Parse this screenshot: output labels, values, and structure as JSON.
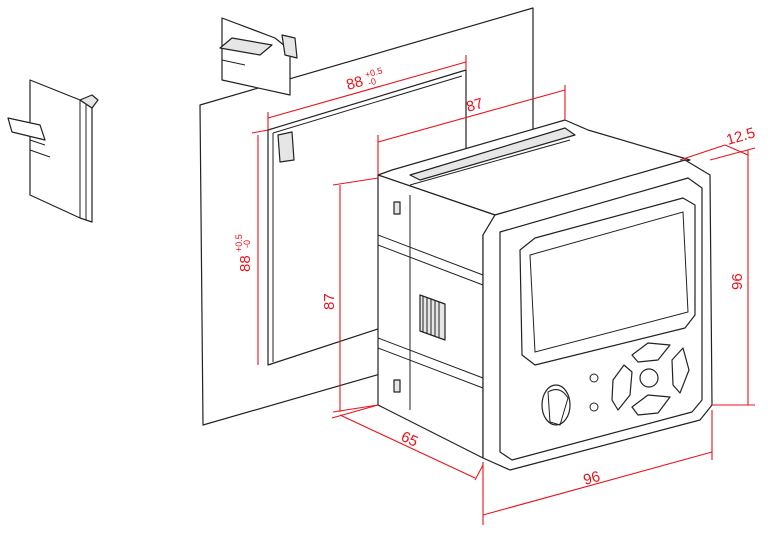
{
  "dimensions": {
    "cutout_width": "88",
    "cutout_width_tol_plus": "+0.5",
    "cutout_width_tol_minus": "-0",
    "cutout_height": "88",
    "cutout_height_tol_plus": "+0.5",
    "cutout_height_tol_minus": "-0",
    "housing_width": "87",
    "housing_height": "87",
    "front_thickness": "12.5",
    "front_height": "96",
    "depth": "65",
    "front_width": "96"
  },
  "colors": {
    "dimension": "#e8141c",
    "outline": "#222222"
  }
}
